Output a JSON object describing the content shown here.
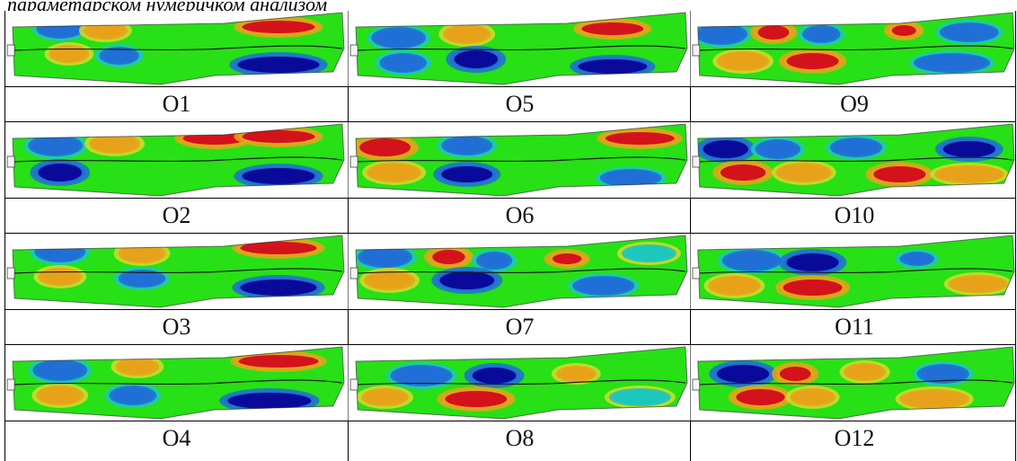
{
  "caption": "параметарском нумеричком анализом",
  "colors": {
    "red": "#d4121b",
    "orange": "#e8a21a",
    "yellow": "#d9d82a",
    "green": "#27e016",
    "cyan": "#1cc7bd",
    "blue": "#1f6fd6",
    "darkblue": "#0a0a9a",
    "edge": "#1e1e1e"
  },
  "rows": [
    {
      "labels": [
        "O1",
        "O5",
        "O9"
      ]
    },
    {
      "labels": [
        "O2",
        "O6",
        "O10"
      ]
    },
    {
      "labels": [
        "O3",
        "O7",
        "O11"
      ]
    },
    {
      "labels": [
        "O4",
        "O8",
        "O12"
      ]
    }
  ]
}
